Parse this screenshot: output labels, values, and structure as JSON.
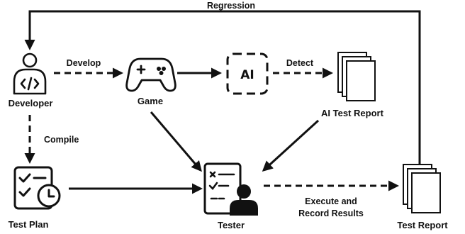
{
  "nodes": {
    "developer": {
      "label": "Developer",
      "icon": "developer-code-icon"
    },
    "game": {
      "label": "Game",
      "icon": "gamepad-icon"
    },
    "ai": {
      "label": "AI",
      "icon": "ai-chip-icon"
    },
    "ai_test_report": {
      "label": "AI Test Report",
      "icon": "document-stack-icon"
    },
    "test_plan": {
      "label": "Test Plan",
      "icon": "checklist-clock-icon"
    },
    "tester": {
      "label": "Tester",
      "icon": "tester-checklist-icon"
    },
    "test_report": {
      "label": "Test Report",
      "icon": "document-stack-icon"
    }
  },
  "edges": {
    "regression": {
      "label": "Regression",
      "style": "solid"
    },
    "develop": {
      "label": "Develop",
      "style": "dashed"
    },
    "detect": {
      "label": "Detect",
      "style": "dashed"
    },
    "compile": {
      "label": "Compile",
      "style": "dashed"
    },
    "execute_line1": "Execute and",
    "execute_line2": "Record Results"
  },
  "colors": {
    "ink": "#111111",
    "background": "#ffffff"
  }
}
